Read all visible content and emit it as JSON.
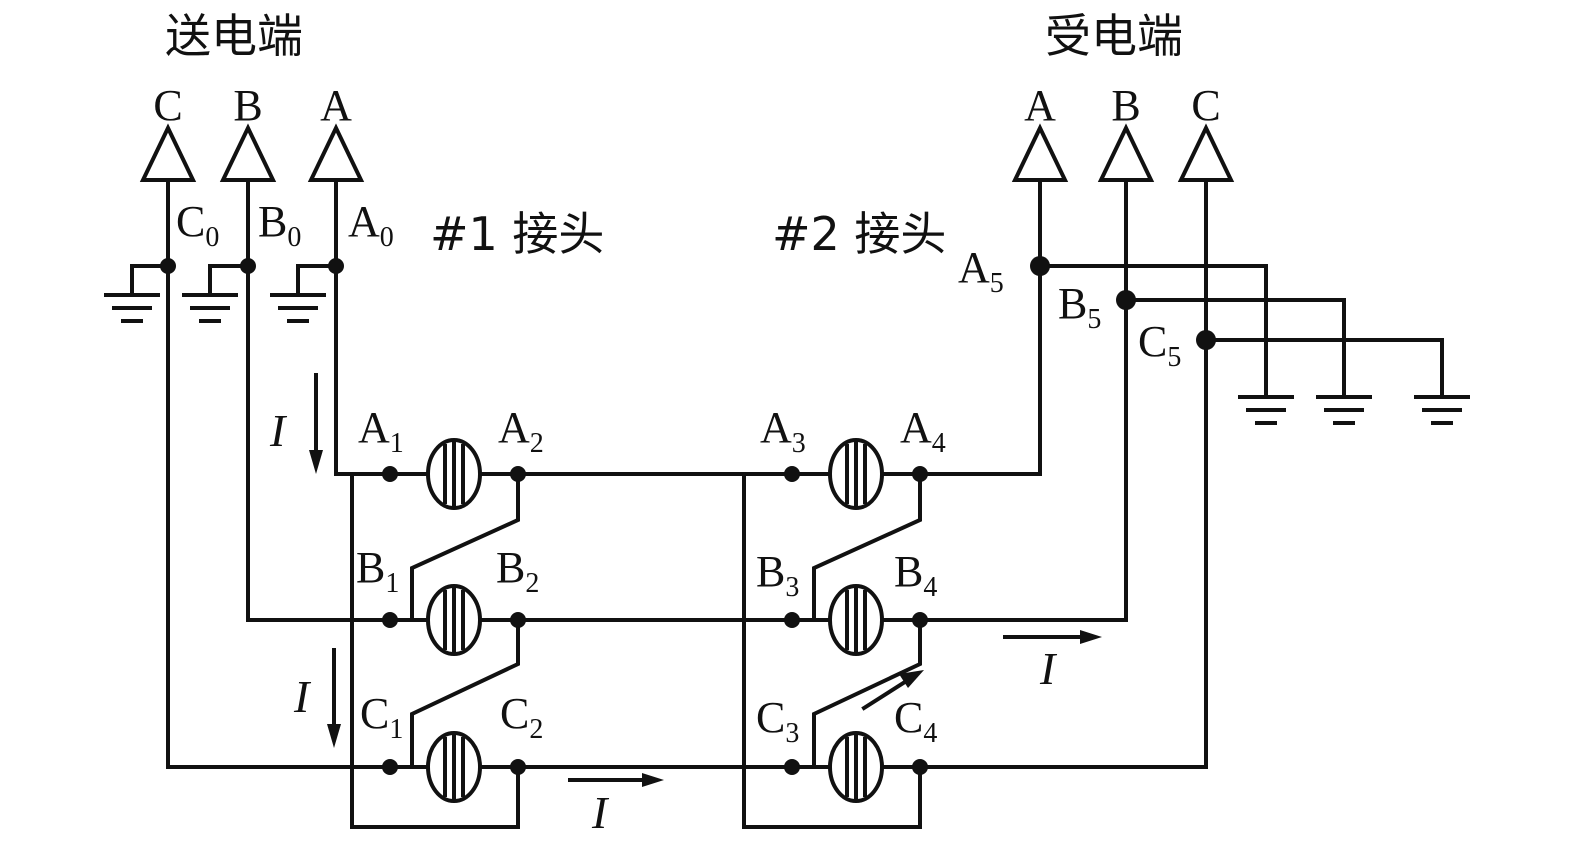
{
  "title_left": "送电端",
  "title_right": "受电端",
  "joint1_label": "#1 接头",
  "joint2_label": "#2 接头",
  "current_symbol": "I",
  "phases_left": [
    "C",
    "B",
    "A"
  ],
  "phases_right": [
    "A",
    "B",
    "C"
  ],
  "nodes": {
    "C0": {
      "base": "C",
      "sub": "0"
    },
    "B0": {
      "base": "B",
      "sub": "0"
    },
    "A0": {
      "base": "A",
      "sub": "0"
    },
    "A1": {
      "base": "A",
      "sub": "1"
    },
    "A2": {
      "base": "A",
      "sub": "2"
    },
    "B1": {
      "base": "B",
      "sub": "1"
    },
    "B2": {
      "base": "B",
      "sub": "2"
    },
    "C1": {
      "base": "C",
      "sub": "1"
    },
    "C2": {
      "base": "C",
      "sub": "2"
    },
    "A3": {
      "base": "A",
      "sub": "3"
    },
    "A4": {
      "base": "A",
      "sub": "4"
    },
    "B3": {
      "base": "B",
      "sub": "3"
    },
    "B4": {
      "base": "B",
      "sub": "4"
    },
    "C3": {
      "base": "C",
      "sub": "3"
    },
    "C4": {
      "base": "C",
      "sub": "4"
    },
    "A5": {
      "base": "A",
      "sub": "5"
    },
    "B5": {
      "base": "B",
      "sub": "5"
    },
    "C5": {
      "base": "C",
      "sub": "5"
    }
  }
}
